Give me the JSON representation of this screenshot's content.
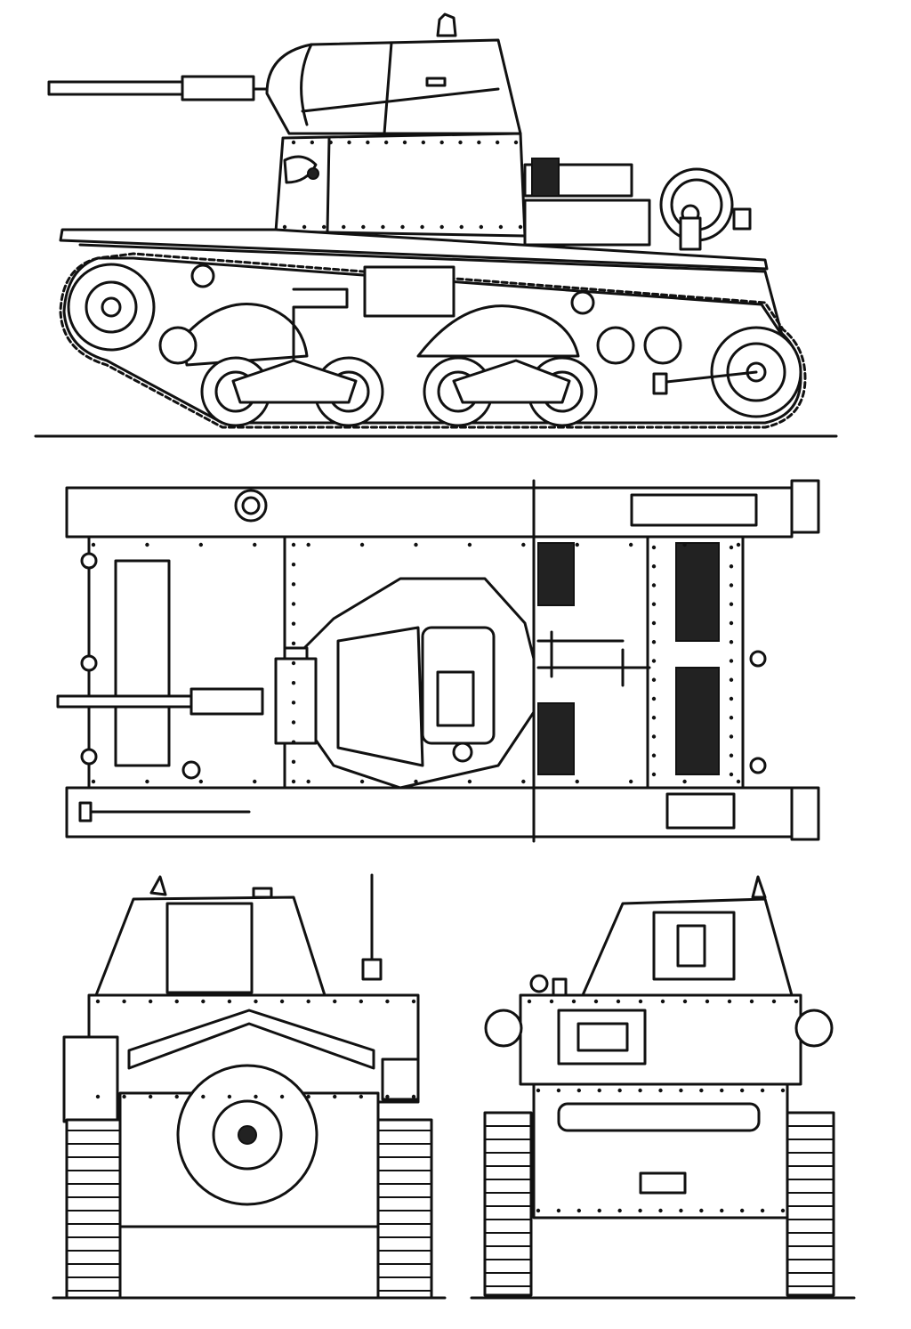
{
  "colors": {
    "ink": "#111111",
    "paper": "#ffffff"
  },
  "views": [
    {
      "id": "side-view"
    },
    {
      "id": "top-view"
    },
    {
      "id": "front-view"
    },
    {
      "id": "rear-view"
    }
  ]
}
